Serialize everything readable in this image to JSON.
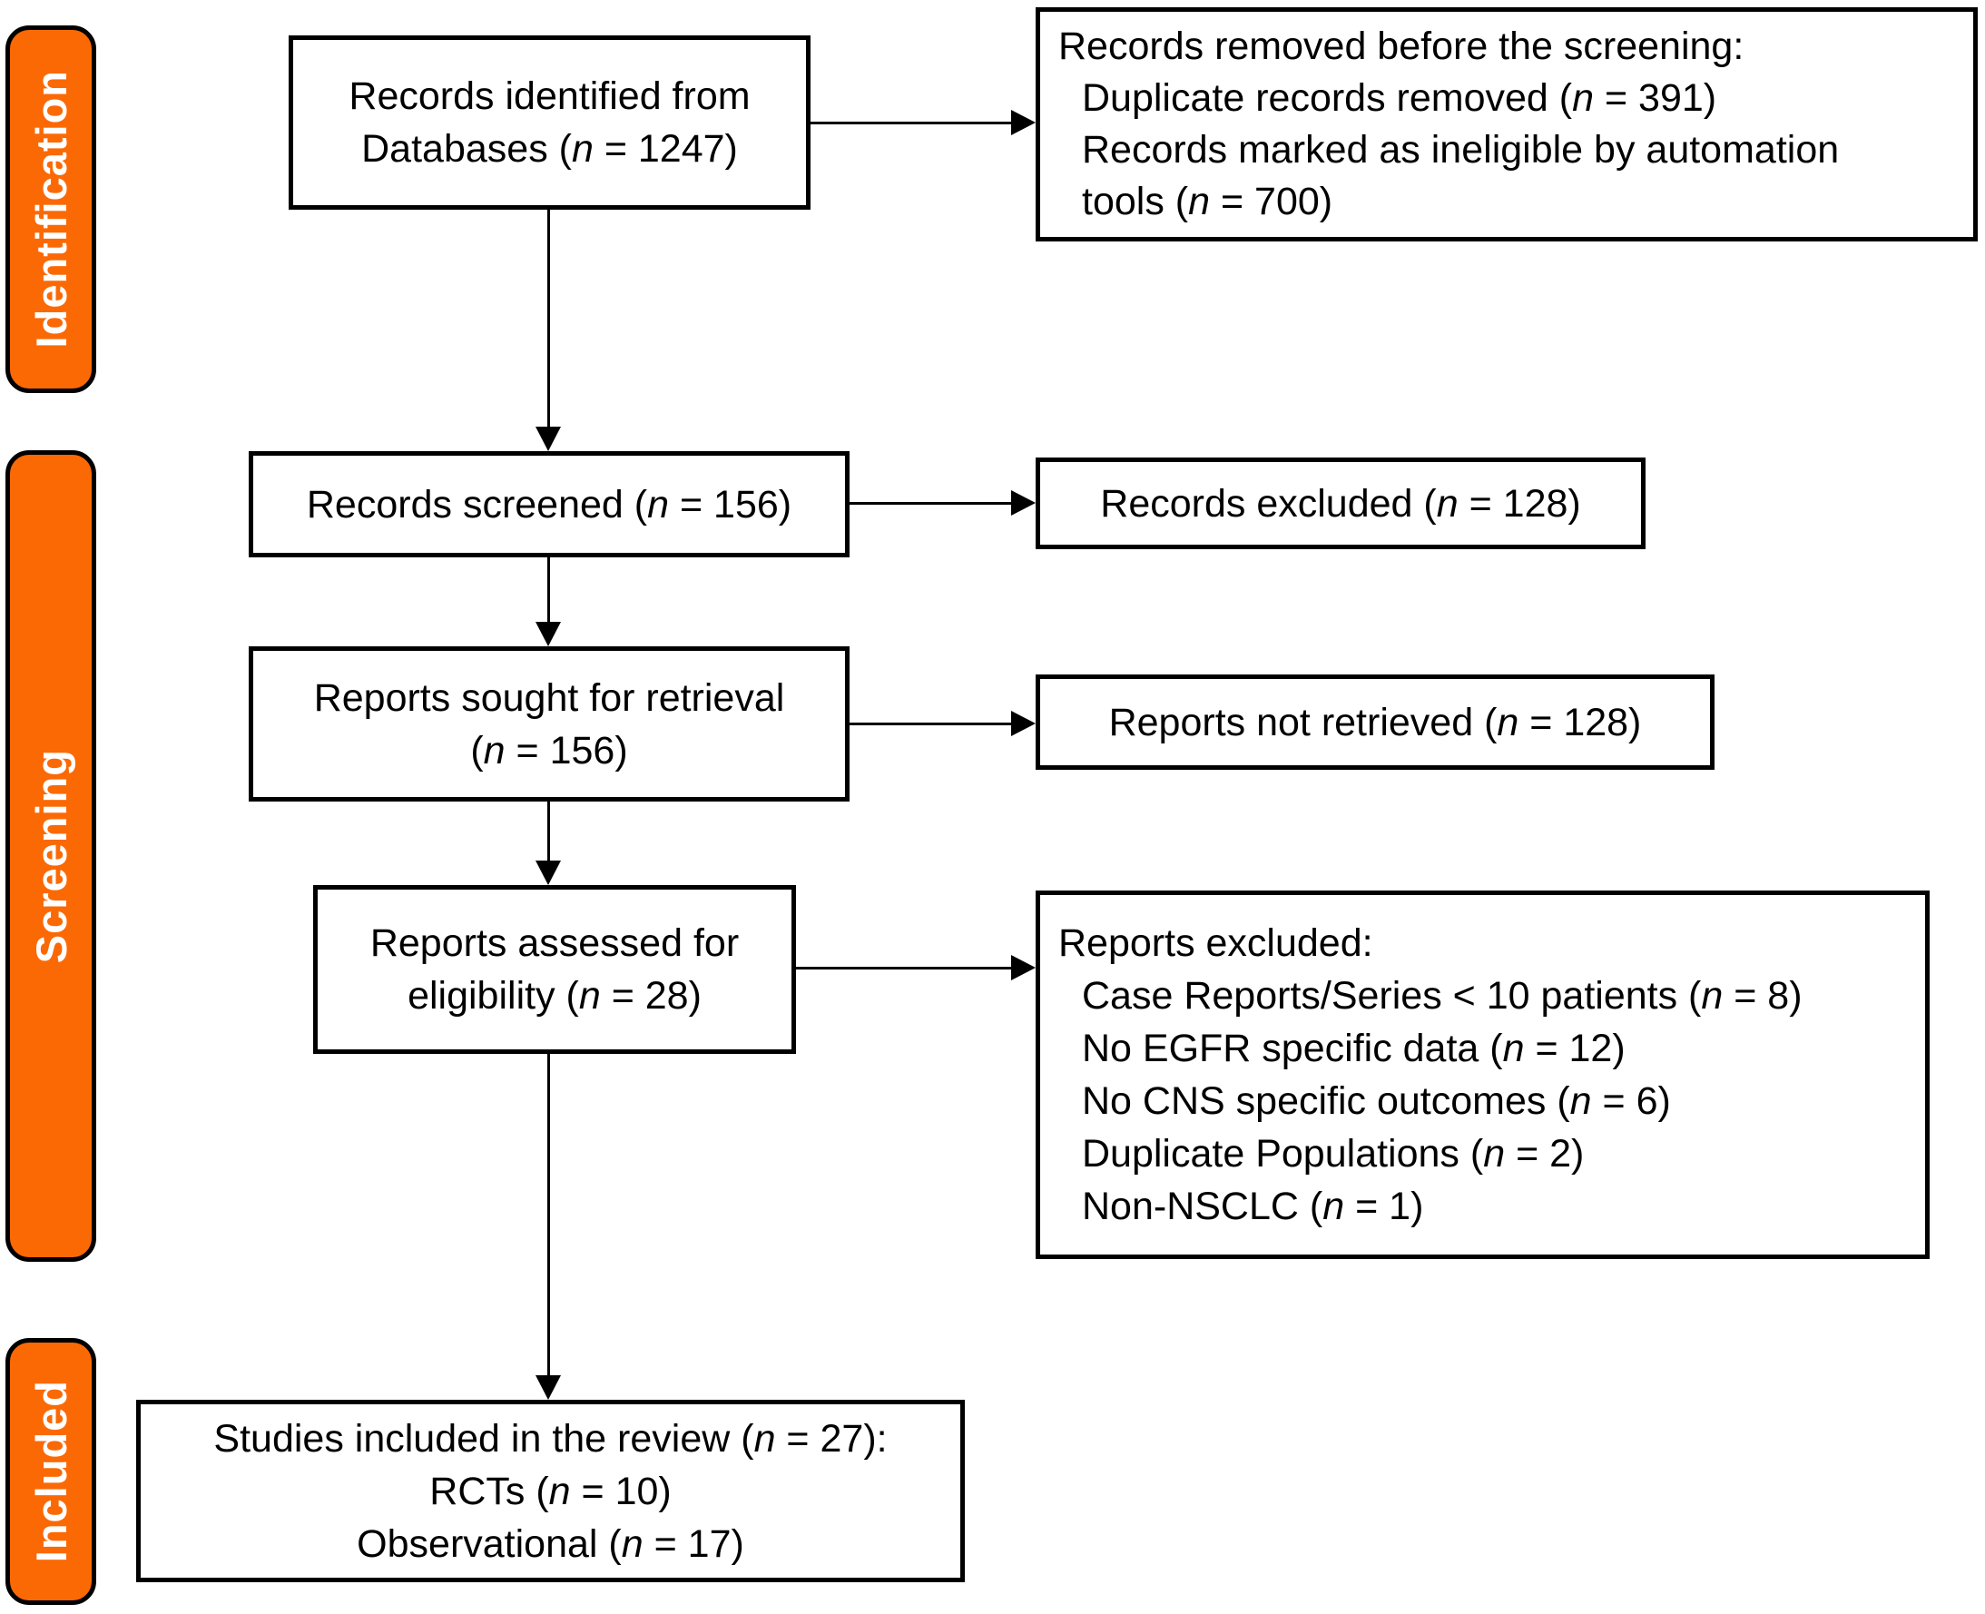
{
  "colors": {
    "stage_fill": "#FB6905",
    "stage_text": "#FFFFFF",
    "box_border": "#000000",
    "box_text": "#000000",
    "background": "#FFFFFF"
  },
  "stages": [
    {
      "label": "Identification"
    },
    {
      "label": "Screening"
    },
    {
      "label": "Included"
    }
  ],
  "boxes": {
    "identified": {
      "lines": [
        "Records identified from",
        "Databases (n = 1247)"
      ]
    },
    "removed_before_screening": {
      "lines": [
        "Records removed before the screening:",
        "Duplicate records removed (n = 391)",
        "Records marked as ineligible by automation",
        "tools (n = 700)"
      ]
    },
    "screened": {
      "lines": [
        "Records screened (n = 156)"
      ]
    },
    "records_excluded": {
      "lines": [
        "Records excluded (n = 128)"
      ]
    },
    "sought_for_retrieval": {
      "lines": [
        "Reports sought for retrieval",
        "(n = 156)"
      ]
    },
    "not_retrieved": {
      "lines": [
        "Reports not retrieved (n = 128)"
      ]
    },
    "assessed_for_eligibility": {
      "lines": [
        "Reports assessed for",
        "eligibility (n = 28)"
      ]
    },
    "reports_excluded": {
      "lines": [
        "Reports excluded:",
        "Case Reports/Series < 10 patients (n = 8)",
        "No EGFR specific data (n = 12)",
        "No CNS specific outcomes (n = 6)",
        "Duplicate Populations (n = 2)",
        "Non-NSCLC (n = 1)"
      ]
    },
    "included_studies": {
      "lines": [
        "Studies included in the review (n = 27):",
        "RCTs (n = 10)",
        "Observational (n = 17)"
      ]
    }
  }
}
